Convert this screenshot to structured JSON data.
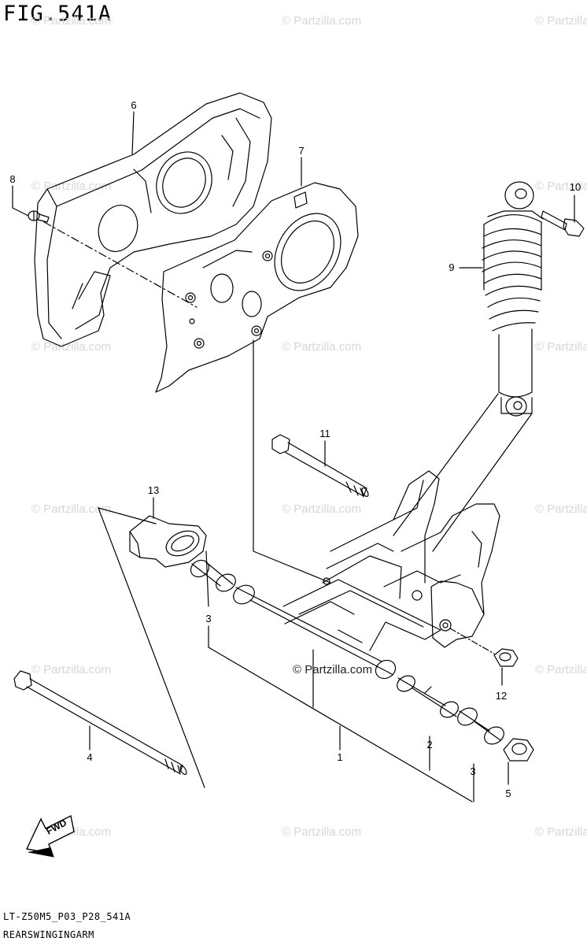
{
  "figure": {
    "title": "FIG.541A",
    "code": "LT-Z50M5_P03_P28_541A",
    "name": "REARSWINGINGARM"
  },
  "watermark": {
    "text": "© Partzilla.com",
    "center_text": "© Partzilla.com",
    "color": "#d7d7d7"
  },
  "fwd_label": "FWD",
  "callouts": {
    "c1": "1",
    "c2": "2",
    "c3a": "3",
    "c3b": "3",
    "c4": "4",
    "c5": "5",
    "c6": "6",
    "c7": "7",
    "c8": "8",
    "c9": "9",
    "c10": "10",
    "c11": "11",
    "c12": "12",
    "c13": "13"
  }
}
